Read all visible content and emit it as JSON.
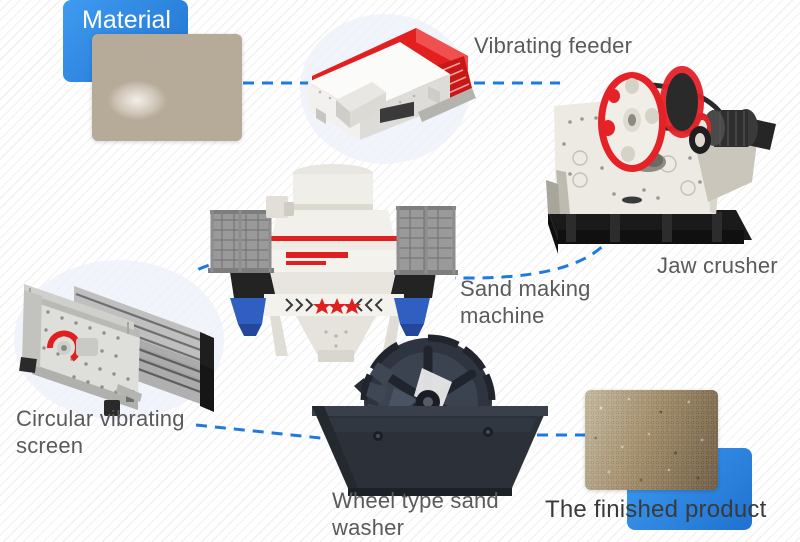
{
  "diagram": {
    "title_badges": [
      {
        "id": "material",
        "label": "Material"
      },
      {
        "id": "finished-product",
        "label": "The finished product"
      }
    ],
    "nodes": [
      {
        "id": "material",
        "label": "Material",
        "type": "photo-stones"
      },
      {
        "id": "vibrating-feeder",
        "label": "Vibrating feeder",
        "type": "machine"
      },
      {
        "id": "jaw-crusher",
        "label": "Jaw crusher",
        "type": "machine"
      },
      {
        "id": "sand-making-machine",
        "label": "Sand making\nmachine",
        "type": "machine"
      },
      {
        "id": "circular-vibrating-screen",
        "label": "Circular vibrating\nscreen",
        "type": "machine"
      },
      {
        "id": "wheel-sand-washer",
        "label": "Wheel type sand\nwasher",
        "type": "machine"
      },
      {
        "id": "finished-product",
        "label": "The finished product",
        "type": "photo-sand"
      }
    ],
    "flow": [
      {
        "from": "material",
        "to": "vibrating-feeder"
      },
      {
        "from": "vibrating-feeder",
        "to": "jaw-crusher"
      },
      {
        "from": "jaw-crusher",
        "to": "sand-making-machine"
      },
      {
        "from": "sand-making-machine",
        "to": "circular-vibrating-screen"
      },
      {
        "from": "circular-vibrating-screen",
        "to": "wheel-sand-washer"
      },
      {
        "from": "wheel-sand-washer",
        "to": "finished-product"
      }
    ],
    "colors": {
      "accent_blue": "#1f7ae0",
      "badge_blue": "#2f8aec",
      "label_gray": "#5a5a5a",
      "feeder_red": "#e02020",
      "crusher_red": "#e01f1f",
      "washer_dark": "#2b3039",
      "background": "#ffffff"
    }
  }
}
